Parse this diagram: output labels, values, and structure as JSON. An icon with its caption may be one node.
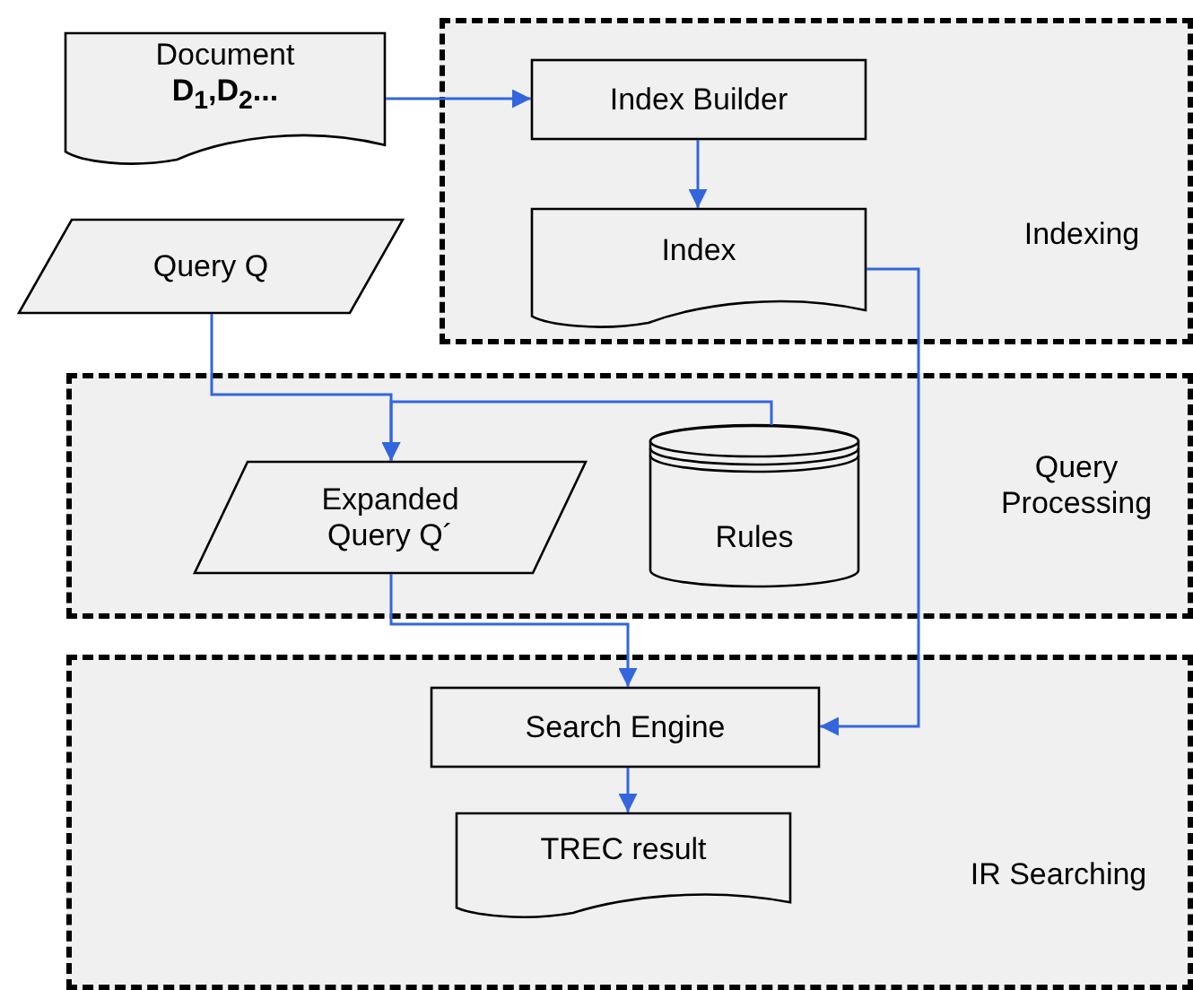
{
  "diagram": {
    "nodes": [
      {
        "text": [
          "Document",
          "D$_{1}$,D$_{2}$..."
        ]
      },
      {
        "text": [
          "Indexing"
        ]
      },
      {
        "text": [
          "Index Builder"
        ],
        "in": 1
      },
      {
        "text": [
          "Index"
        ],
        "in": 1
      },
      {
        "text": [
          "Query Q"
        ]
      },
      {
        "text": [
          "Query Processing"
        ]
      },
      {
        "text": [
          "Expanded Query Q´"
        ],
        "in": 5
      },
      {
        "text": [
          "Rules"
        ],
        "in": 5
      },
      {
        "text": [
          "IR Searching"
        ]
      },
      {
        "text": [
          "Search Engine"
        ],
        "in": 8
      },
      {
        "text": [
          "TREC result"
        ],
        "in": 8
      }
    ],
    "edges": [
      {
        "from": 0,
        "to": 2,
        "arrow": "to"
      },
      {
        "from": 2,
        "to": 3,
        "arrow": "to"
      },
      {
        "from": 4,
        "to": 6,
        "arrow": "to"
      },
      {
        "from": 7,
        "to": 6,
        "arrow": "to"
      },
      {
        "from": 6,
        "to": 9,
        "arrow": "to"
      },
      {
        "from": 3,
        "to": 9,
        "arrow": "to"
      },
      {
        "from": 9,
        "to": 10,
        "arrow": "to"
      }
    ]
  }
}
